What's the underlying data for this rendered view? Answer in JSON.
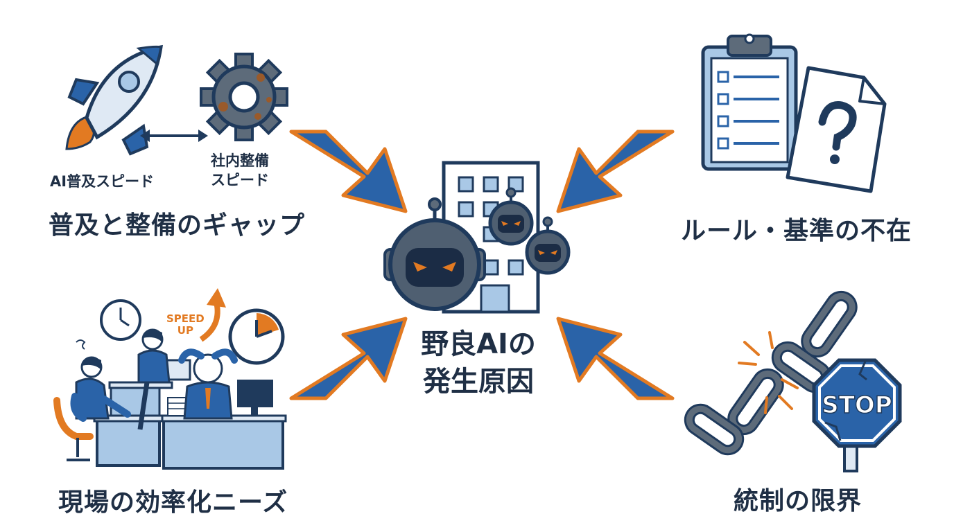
{
  "center": {
    "line1": "野良AIの",
    "line2": "発生原因"
  },
  "causes": {
    "gap": {
      "title": "普及と整備のギャップ",
      "left_caption": "AI普及スピード",
      "right_caption_line1": "社内整備",
      "right_caption_line2": "スピード"
    },
    "rules": {
      "title": "ルール・基準の不在"
    },
    "efficiency": {
      "title": "現場の効率化ニーズ",
      "speed_line1": "SPEED",
      "speed_line2": "UP"
    },
    "control": {
      "title": "統制の限界",
      "stop_sign": "STOP"
    }
  },
  "colors": {
    "navy": "#1f3a5c",
    "blue": "#2a63a8",
    "light_blue": "#a9c8e6",
    "orange": "#e27a22",
    "gray": "#5d6b7a"
  }
}
